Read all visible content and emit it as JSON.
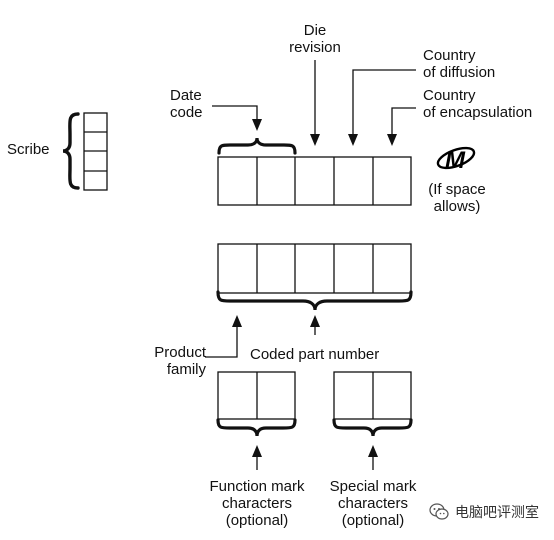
{
  "labels": {
    "die_revision": "Die\nrevision",
    "country_diffusion": "Country\nof diffusion",
    "country_encapsulation": "Country\nof encapsulation",
    "date_code": "Date\ncode",
    "scribe": "Scribe",
    "logo_note": "(If space\nallows)",
    "product_family": "Product\nfamily",
    "coded_part_number": "Coded part number",
    "function_mark": "Function mark\ncharacters\n(optional)",
    "special_mark": "Special mark\ncharacters\n(optional)"
  },
  "watermark": {
    "text": "电脑吧评测室",
    "icon": "wechat-icon"
  },
  "logo": {
    "icon": "micron-logo-icon",
    "letter": "M"
  },
  "colors": {
    "ink": "#111111",
    "box_fill": "#ffffff",
    "logo": "#000000",
    "watermark": "#333333"
  }
}
